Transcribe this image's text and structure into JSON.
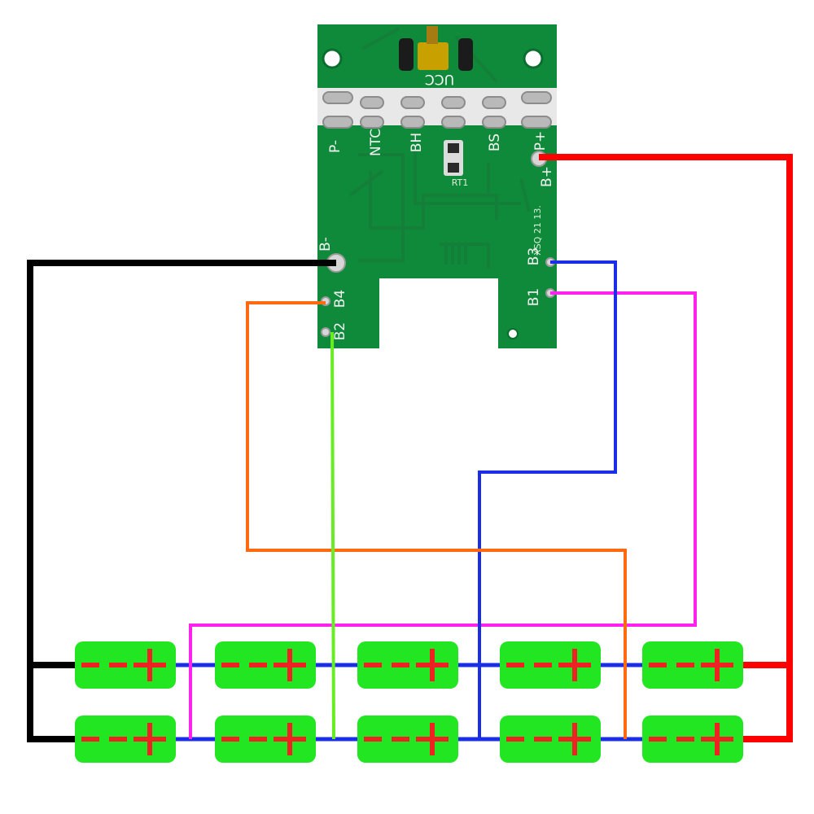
{
  "board": {
    "color": "#0f8a3a",
    "trace_color": "#137f38",
    "pad_color": "#c9c9c9",
    "labels": {
      "ucc": "UCC",
      "p_minus": "P-",
      "ntc": "NTC",
      "bh": "BH",
      "bs": "BS",
      "p_plus": "P+",
      "b_plus": "B+",
      "model": "XSQ 21 13.",
      "b_minus": "B-",
      "b3": "B3",
      "b1": "B1",
      "b4": "B4",
      "b2": "B2",
      "rt": "RT1"
    }
  },
  "wires": {
    "b_minus": {
      "color": "#000000"
    },
    "b_plus": {
      "color": "#ff0000"
    },
    "b1": {
      "color": "#ff22ee"
    },
    "b2": {
      "color": "#66ee22"
    },
    "b3": {
      "color": "#1a2ee8"
    },
    "b4": {
      "color": "#ff6a10"
    },
    "cell_links": {
      "color": "#1a2ee8"
    }
  },
  "cells": {
    "fill": "#22e622",
    "symbol_color": "#ee2222",
    "top_row_count": 5,
    "bottom_row_count": 5
  }
}
